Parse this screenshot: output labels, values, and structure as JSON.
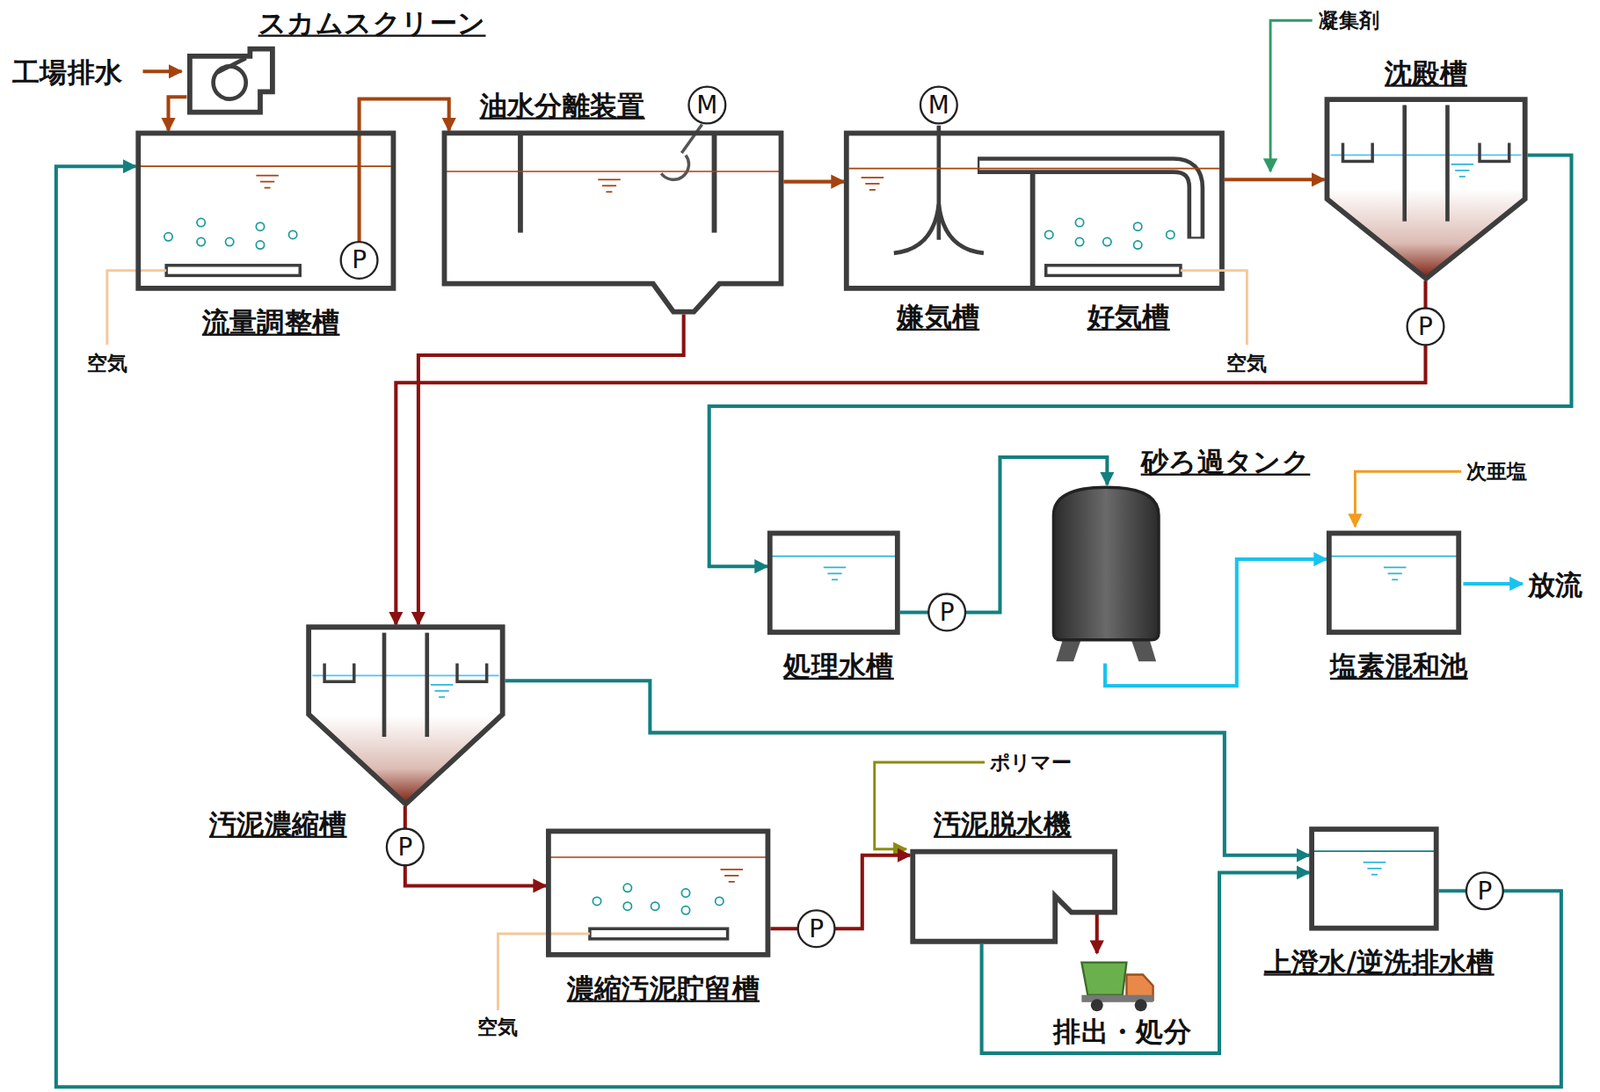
{
  "diagram": {
    "nodes": [
      {
        "text": [
          "スカムスクリーン"
        ]
      },
      {
        "text": [
          "流量調整槽"
        ]
      },
      {
        "text": [
          "油水分離装置"
        ]
      },
      {
        "text": [
          "嫌気槽"
        ]
      },
      {
        "text": [
          "好気槽"
        ]
      },
      {
        "text": [
          "沈殿槽"
        ]
      },
      {
        "text": [
          "処理水槽"
        ]
      },
      {
        "text": [
          "砂ろ過タンク"
        ]
      },
      {
        "text": [
          "塩素混和池"
        ]
      },
      {
        "text": [
          "汚泥濃縮槽"
        ]
      },
      {
        "text": [
          "濃縮汚泥貯留槽"
        ]
      },
      {
        "text": [
          "汚泥脱水機"
        ]
      },
      {
        "text": [
          "上澄水/逆洗排水槽"
        ]
      }
    ],
    "edges": [
      {
        "from": 0,
        "to": 1,
        "arrow": "to"
      },
      {
        "from": 1,
        "to": 2,
        "arrow": "to"
      },
      {
        "from": 2,
        "to": 3,
        "arrow": "to"
      },
      {
        "from": 4,
        "to": 5,
        "arrow": "to"
      },
      {
        "from": 2,
        "to": 9,
        "arrow": "to"
      },
      {
        "from": 5,
        "to": 9,
        "arrow": "to"
      },
      {
        "from": 5,
        "to": 6,
        "arrow": "to"
      },
      {
        "from": 6,
        "to": 7,
        "arrow": "to"
      },
      {
        "from": 7,
        "to": 8,
        "arrow": "to"
      },
      {
        "from": 9,
        "to": 10,
        "arrow": "to"
      },
      {
        "from": 10,
        "to": 11,
        "arrow": "to"
      },
      {
        "from": 9,
        "to": 12,
        "arrow": "to"
      },
      {
        "from": 11,
        "to": 12,
        "arrow": "to"
      },
      {
        "from": 12,
        "to": 1,
        "arrow": "to"
      }
    ],
    "labels": [
      "工場排水",
      "M",
      "M",
      "凝集剤",
      "空気",
      "空気",
      "P",
      "P",
      "次亜塩",
      "放流",
      "P",
      "ポリマー",
      "P",
      "P",
      "P",
      "空気",
      "排出・処分"
    ]
  }
}
